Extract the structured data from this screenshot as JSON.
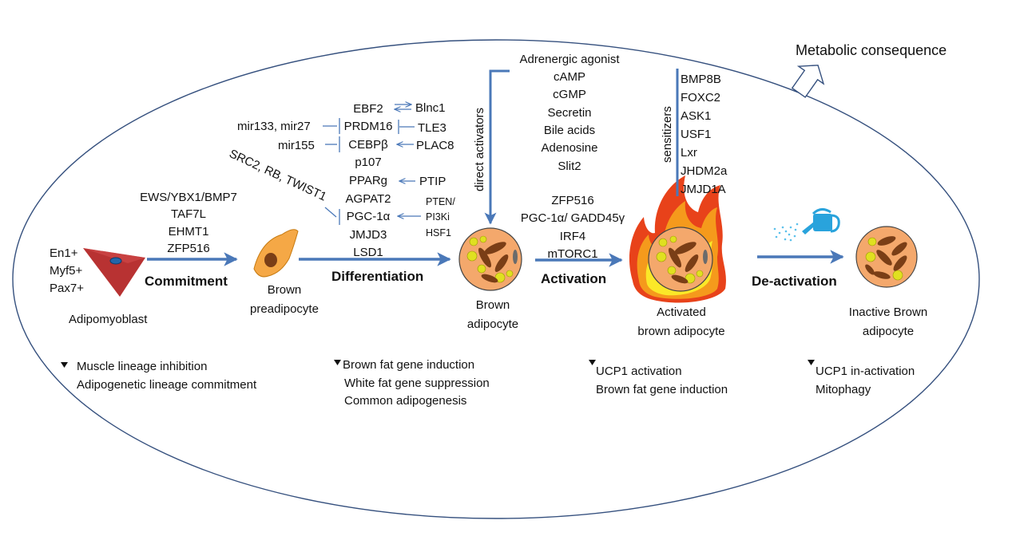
{
  "metabolic_consequence": "Metabolic consequence",
  "cells": {
    "adipomyoblast": "Adipomyoblast",
    "brown_preadipocyte": [
      "Brown",
      "preadipocyte"
    ],
    "brown_adipocyte": [
      "Brown",
      "adipocyte"
    ],
    "activated_brown_adipocyte": [
      "Activated",
      "brown adipocyte"
    ],
    "inactive_brown_adipocyte": [
      "Inactive Brown",
      "adipocyte"
    ]
  },
  "markers": [
    "En1+",
    "Myf5+",
    "Pax7+"
  ],
  "stages": {
    "commitment": "Commitment",
    "differentiation": "Differentiation",
    "activation": "Activation",
    "deactivation": "De-activation"
  },
  "commitment_factors": [
    "EWS/YBX1/BMP7",
    "TAF7L",
    "EHMT1",
    "ZFP516"
  ],
  "differentiation_factors": [
    "EBF2",
    "PRDM16",
    "CEBPβ",
    "p107",
    "PPARg",
    "AGPAT2",
    "PGC-1α",
    "JMJD3",
    "LSD1"
  ],
  "inhibitors_left": [
    "mir133, mir27",
    "mir155"
  ],
  "diagonal_inhibitors": "SRC2, RB, TWIST1",
  "regulators_right": [
    "Blnc1",
    "TLE3",
    "PLAC8",
    "PTIP"
  ],
  "pten_group": [
    "PTEN/",
    "PI3Ki",
    "HSF1"
  ],
  "direct_activators_label": "direct activators",
  "direct_activators": [
    "Adrenergic agonist",
    "cAMP",
    "cGMP",
    "Secretin",
    "Bile acids",
    "Adenosine",
    "Slit2"
  ],
  "activation_factors": [
    "ZFP516",
    "PGC-1α/ GADD45γ",
    "IRF4",
    "mTORC1"
  ],
  "sensitizers_label": "sensitizers",
  "sensitizers": [
    "BMP8B",
    "FOXC2",
    "ASK1",
    "USF1",
    "Lxr",
    "JHDM2a",
    "JMJD1A"
  ],
  "notes": {
    "commitment": [
      "Muscle lineage inhibition",
      "Adipogenetic lineage  commitment"
    ],
    "differentiation": [
      "Brown fat gene induction",
      "White fat gene suppression",
      "Common adipogenesis"
    ],
    "activation": [
      "UCP1 activation",
      "Brown fat gene induction"
    ],
    "deactivation": [
      "UCP1 in-activation",
      "Mitophagy"
    ]
  },
  "colors": {
    "arrow": "#4a78b8",
    "outline": "#35507e",
    "cell_fill": "#f4a86c",
    "muscle_cell": "#b83232",
    "preadipocyte": "#f5a846",
    "lipid": "#e0e020",
    "mito": "#7a3e16",
    "flame_red": "#e8421a",
    "flame_orange": "#f59a1c",
    "flame_yellow": "#fbe828",
    "water_can": "#29a3dc"
  },
  "icons": [
    "hollow-up-arrow-icon",
    "flame-icon",
    "watering-can-icon",
    "note-bullet-icon"
  ]
}
